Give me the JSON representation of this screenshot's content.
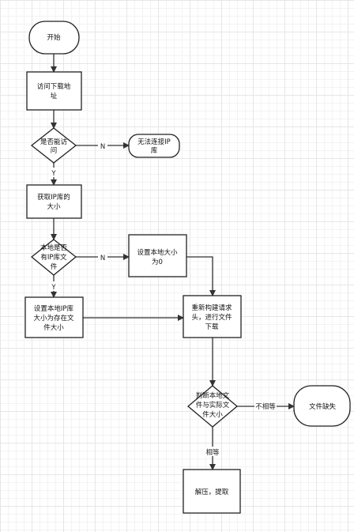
{
  "nodes": {
    "start": "开始",
    "visit_url": [
      "访问下载地",
      "址"
    ],
    "can_visit": [
      "是否能访",
      "问"
    ],
    "cannot_connect": [
      "无法连接IP",
      "库"
    ],
    "get_size": [
      "获取IP库的",
      "大小"
    ],
    "local_exists": [
      "本地是否",
      "有IP库文",
      "件"
    ],
    "set_zero": [
      "设置本地大小",
      "为0"
    ],
    "set_existing": [
      "设置本地IP库",
      "大小为存在文",
      "件大小"
    ],
    "rebuild": [
      "重新构建请求",
      "头，进行文件",
      "下载"
    ],
    "compare": [
      "判断本地文",
      "件与实际文",
      "件大小"
    ],
    "missing": "文件缺失",
    "extract": "解压，提取"
  },
  "edges": {
    "no": "N",
    "yes": "Y",
    "not_equal": "不相等",
    "equal": "相等"
  }
}
